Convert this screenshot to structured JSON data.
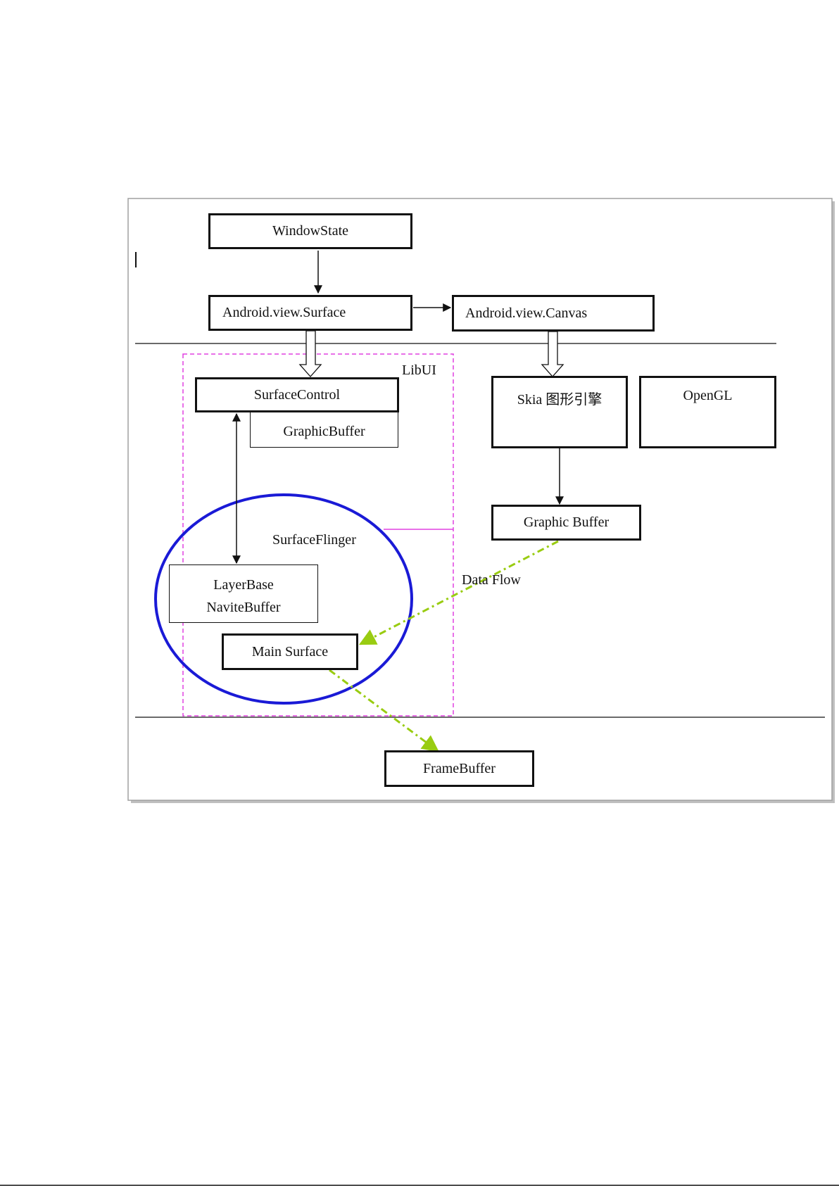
{
  "diagram": {
    "nodes": {
      "window_state": "WindowState",
      "android_surface": "Android.view.Surface",
      "android_canvas": "Android.view.Canvas",
      "surface_control": "SurfaceControl",
      "graphic_buffer_small": "GraphicBuffer",
      "skia": "Skia 图形引擎",
      "opengl": "OpenGL",
      "graphic_buffer": "Graphic Buffer",
      "layer_base_line1": "LayerBase",
      "layer_base_line2": "NaviteBuffer",
      "main_surface": "Main Surface",
      "frame_buffer": "FrameBuffer"
    },
    "labels": {
      "libui": "LibUI",
      "surface_flinger": "SurfaceFlinger",
      "data_flow": "Data Flow"
    },
    "colors": {
      "ellipse": "#1a1ad6",
      "libui_border": "#e040e0",
      "data_flow": "#99cc11",
      "frame_border": "#a0a0a0"
    }
  }
}
